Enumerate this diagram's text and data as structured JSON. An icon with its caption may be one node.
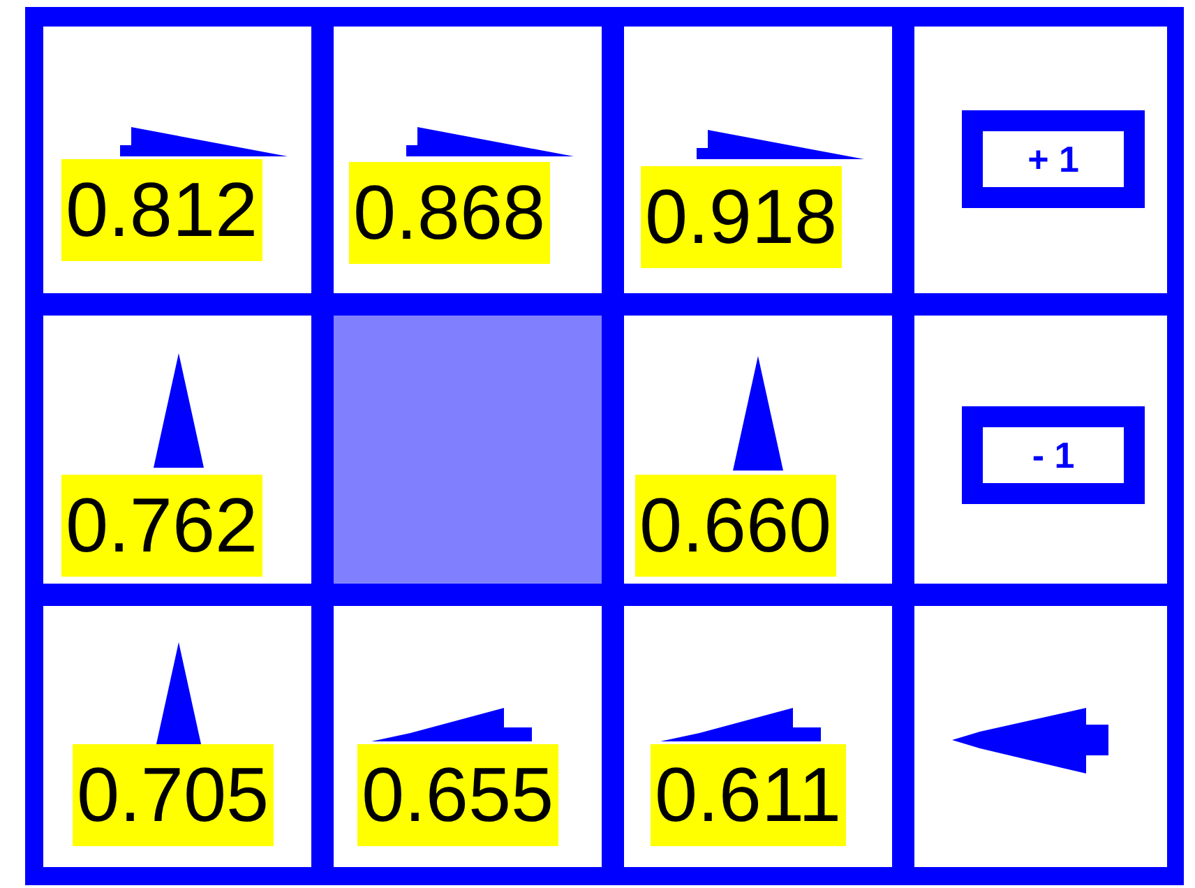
{
  "diagram": {
    "nodes": [
      {
        "text": [
          "0.812"
        ]
      },
      {
        "text": [
          "0.868"
        ]
      },
      {
        "text": [
          "0.918"
        ]
      },
      {
        "text": [],
        "shape": "box"
      },
      {
        "text": [
          "+ 1"
        ],
        "in": 3
      },
      {
        "text": [
          "0.762"
        ]
      },
      {
        "text": [],
        "shape": "box"
      },
      {
        "text": [
          "0.660"
        ]
      },
      {
        "text": [],
        "shape": "box"
      },
      {
        "text": [
          "- 1"
        ],
        "in": 8
      },
      {
        "text": [
          "0.705"
        ]
      },
      {
        "text": [
          "0.655"
        ]
      },
      {
        "text": [
          "0.611"
        ]
      },
      {
        "text": [],
        "shape": "box"
      }
    ]
  }
}
